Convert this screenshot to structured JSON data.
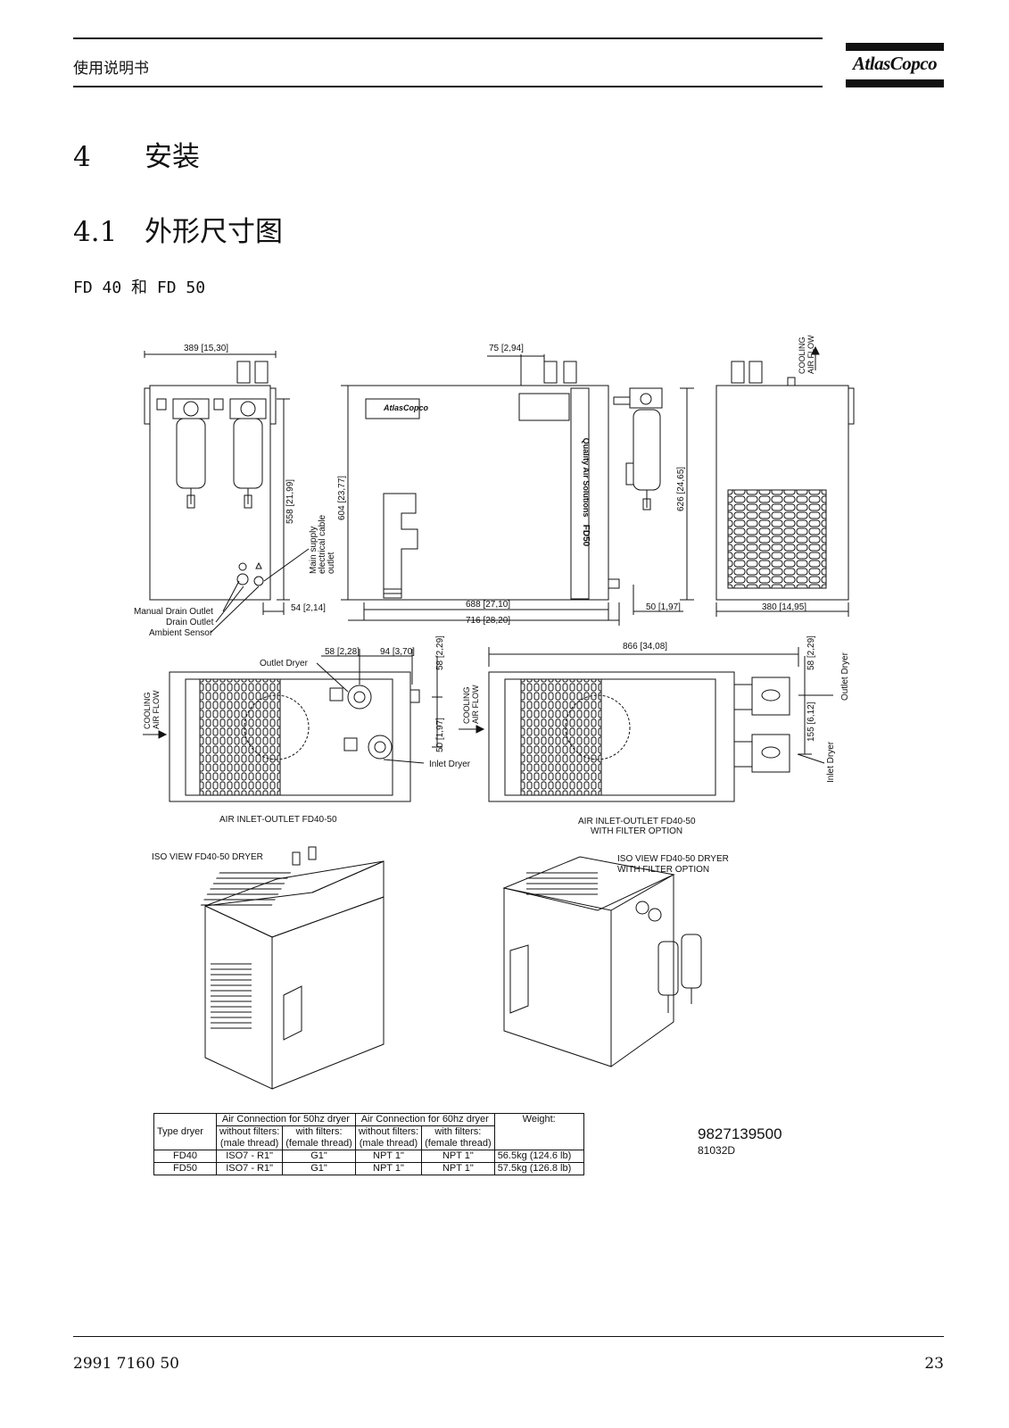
{
  "header": {
    "title": "使用说明书",
    "logo_text": "AtlasCopco"
  },
  "section": {
    "number": "4",
    "title": "安装"
  },
  "subsection": {
    "number": "4.1",
    "title": "外形尺寸图"
  },
  "model_line": "FD 40 和 FD 50",
  "drawing": {
    "dims": {
      "width_389": "389 [15,30]",
      "d75": "75 [2,94]",
      "d558": "558 [21,99]",
      "d604": "604 [23,77]",
      "d626": "626 [24,65]",
      "d54": "54 [2,14]",
      "d688": "688 [27,10]",
      "d716": "716 [28,20]",
      "d50a": "50 [1,97]",
      "d380": "380 [14,95]",
      "d58a": "58 [2,28]",
      "d94": "94 [3,70]",
      "d58b": "58 [2,29]",
      "d50b": "50 [1,97]",
      "d866": "866 [34,08]",
      "d58c": "58 [2,29]",
      "d155": "155 [6,12]"
    },
    "labels": {
      "main_supply_1": "Main supply",
      "main_supply_2": "electrical cable",
      "main_supply_3": "outlet",
      "manual_drain": "Manual Drain Outlet",
      "drain_outlet": "Drain Outlet",
      "ambient_sensor": "Ambient Sensor",
      "outlet_dryer_top": "Outlet Dryer",
      "inlet_dryer": "Inlet Dryer",
      "outlet_dryer_side": "Outlet Dryer",
      "inlet_dryer_side": "Inlet Dryer",
      "cooling_1": "COOLING",
      "airflow_1": "AIR FLOW",
      "cooling_2": "COOLING",
      "airflow_2": "AIR FLOW",
      "cooling_3": "COOLING",
      "airflow_3": "AIR FLOW",
      "caption_inlet_outlet": "AIR INLET-OUTLET FD40-50",
      "caption_inlet_outlet_filter_1": "AIR INLET-OUTLET FD40-50",
      "caption_inlet_outlet_filter_2": "WITH FILTER OPTION",
      "iso_view": "ISO VIEW FD40-50 DRYER",
      "iso_view_filter_1": "ISO VIEW FD40-50 DRYER",
      "iso_view_filter_2": "WITH FILTER OPTION",
      "panel_brand": "AtlasCopco",
      "panel_model": "FD50",
      "panel_tagline": "Quality Air Solutions"
    }
  },
  "spec_table": {
    "header": {
      "type": "Type dryer",
      "air50": "Air Connection for 50hz dryer",
      "air60": "Air Connection for 60hz dryer",
      "weight": "Weight:",
      "without1": "without filters:",
      "with1": "with filters:",
      "without2": "without filters:",
      "with2": "with filters:",
      "male1": "(male thread)",
      "female1": "(female thread)",
      "male2": "(male thread)",
      "female2": "(female thread)"
    },
    "rows": [
      {
        "type": "FD40",
        "c1": "ISO7 - R1\"",
        "c2": "G1\"",
        "c3": "NPT 1\"",
        "c4": "NPT 1\"",
        "weight": "56.5kg (124.6 lb)"
      },
      {
        "type": "FD50",
        "c1": "ISO7 - R1\"",
        "c2": "G1\"",
        "c3": "NPT 1\"",
        "c4": "NPT 1\"",
        "weight": "57.5kg (126.8 lb)"
      }
    ]
  },
  "doc_number": "9827139500",
  "doc_sub": "81032D",
  "footer": {
    "code": "2991 7160 50",
    "page": "23"
  }
}
